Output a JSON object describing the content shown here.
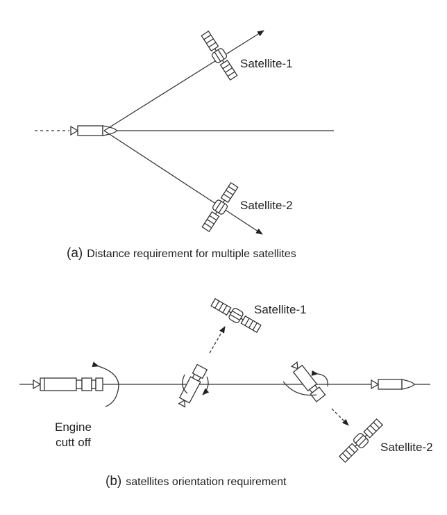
{
  "panel_a": {
    "satellite_top_label": "Satellite-1",
    "satellite_bottom_label": "Satellite-2",
    "caption_letter": "(a)",
    "caption_text": "Distance requirement for multiple satellites"
  },
  "panel_b": {
    "satellite_top_label": "Satellite-1",
    "satellite_bottom_label": "Satellite-2",
    "engine_label_line1": "Engine",
    "engine_label_line2": "cutt off",
    "caption_letter": "(b)",
    "caption_text": "satellites orientation requirement"
  }
}
